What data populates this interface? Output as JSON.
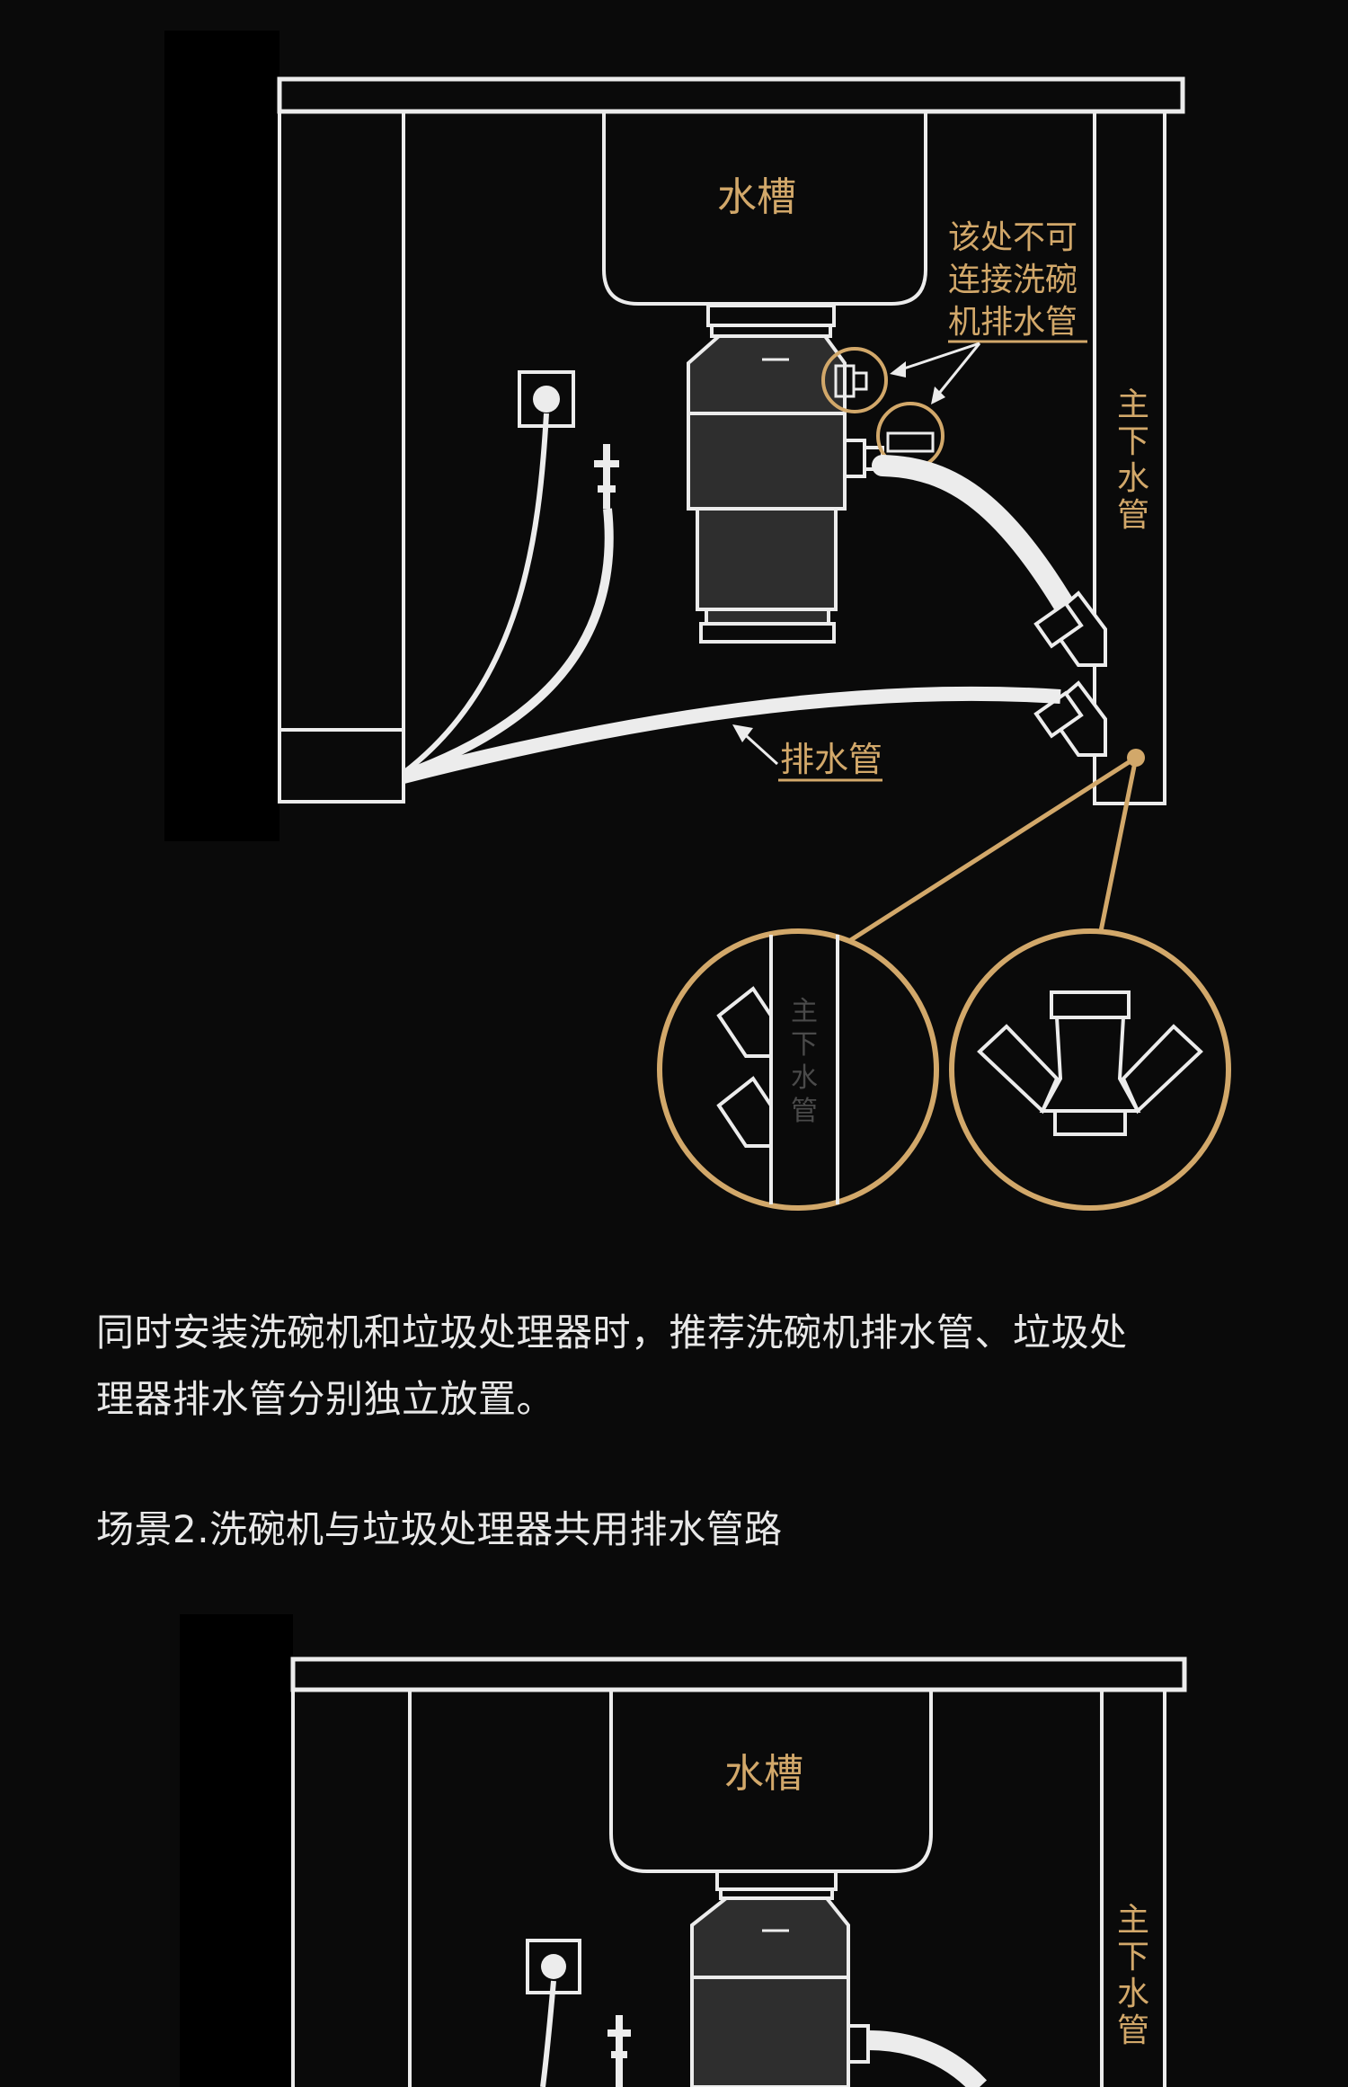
{
  "diagram1": {
    "sink_label": "水槽",
    "warning_label": [
      "该处不可",
      "连接洗碗",
      "机排水管"
    ],
    "main_pipe_label": "主下水管",
    "drain_pipe_label": "排水管",
    "zoom_pipe_label": "主下水管"
  },
  "caption": {
    "text_line1": "同时安装洗碗机和垃圾处理器时，推荐洗碗机排水管、垃圾处",
    "text_line2": "理器排水管分别独立放置。"
  },
  "scene2": {
    "title": "场景2.洗碗机与垃圾处理器共用排水管路"
  },
  "diagram2": {
    "sink_label": "水槽",
    "main_pipe_label": "主下水管"
  },
  "colors": {
    "background": "#0a0a0a",
    "line": "#ececec",
    "gold": "#d2a86a",
    "dark_block": "#000000"
  }
}
